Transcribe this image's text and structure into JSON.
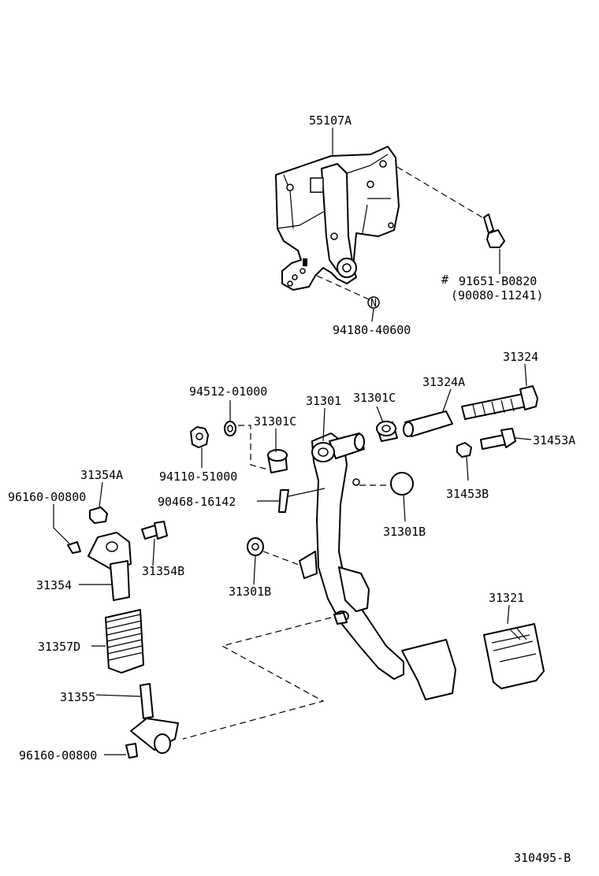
{
  "diagram": {
    "part_labels": {
      "p55107A": "55107A",
      "p91651": "91651-B0820",
      "p90080": "(90080-11241)",
      "hash_mark": "#",
      "n_mark": "N",
      "p94180": "94180-40600",
      "p31324": "31324",
      "p31324A": "31324A",
      "p31301": "31301",
      "p31301C_top": "31301C",
      "p94512": "94512-01000",
      "p31301C_left": "31301C",
      "p94110": "94110-51000",
      "p31453A": "31453A",
      "p31453B": "31453B",
      "p90468": "90468-16142",
      "p31301B_right": "31301B",
      "p31301B_left": "31301B",
      "p31354A": "31354A",
      "p96160_top": "96160-00800",
      "p31354": "31354",
      "p31354B": "31354B",
      "p31357D": "31357D",
      "p31355": "31355",
      "p96160_bottom": "96160-00800",
      "p31321": "31321"
    },
    "figure_code": "310495-B"
  }
}
